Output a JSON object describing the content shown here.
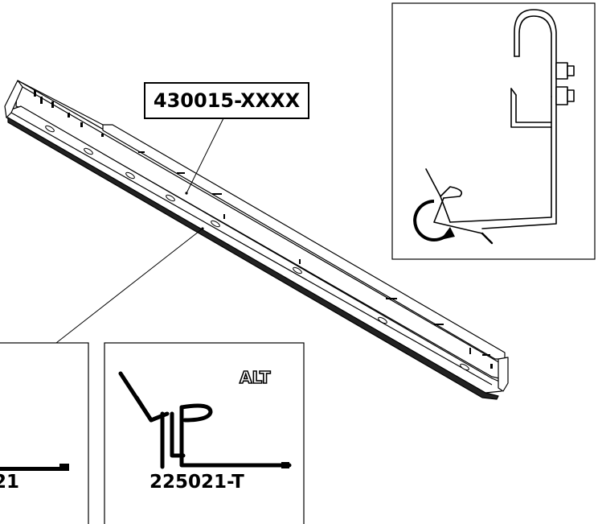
{
  "part_number_callout": "430015-XXXX",
  "detail_left_caption": "21",
  "detail_right_caption": "225021-T",
  "detail_right_tag": "ALT"
}
